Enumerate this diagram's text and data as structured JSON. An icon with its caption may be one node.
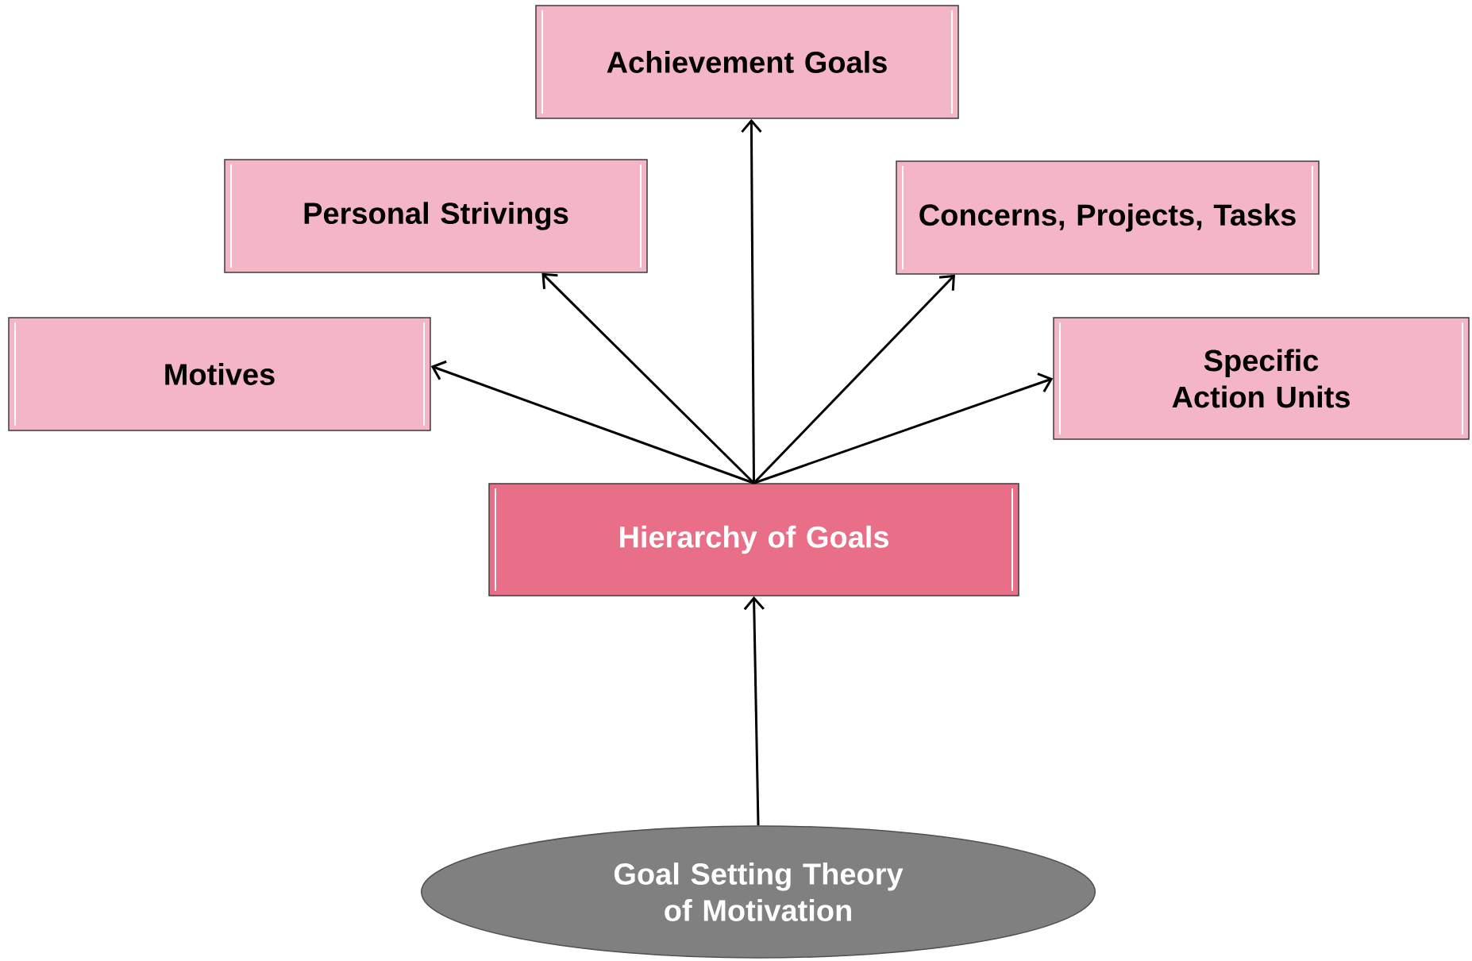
{
  "diagram": {
    "nodes": [
      {
        "text": [
          "Goal Setting Theory of Motivation"
        ]
      },
      {
        "text": [
          "Hierarchy of Goals"
        ]
      },
      {
        "text": [
          "Motives"
        ]
      },
      {
        "text": [
          "Personal Strivings"
        ]
      },
      {
        "text": [
          "Achievement Goals"
        ]
      },
      {
        "text": [
          "Concerns, Projects, Tasks"
        ]
      },
      {
        "text": [
          "Specific Action Units"
        ]
      }
    ],
    "edges": [
      {
        "from": 0,
        "to": 1,
        "arrow": "to"
      },
      {
        "from": 1,
        "to": 2,
        "arrow": "to"
      },
      {
        "from": 1,
        "to": 3,
        "arrow": "to"
      },
      {
        "from": 1,
        "to": 4,
        "arrow": "to"
      },
      {
        "from": 1,
        "to": 5,
        "arrow": "to"
      },
      {
        "from": 1,
        "to": 6,
        "arrow": "to"
      }
    ]
  }
}
